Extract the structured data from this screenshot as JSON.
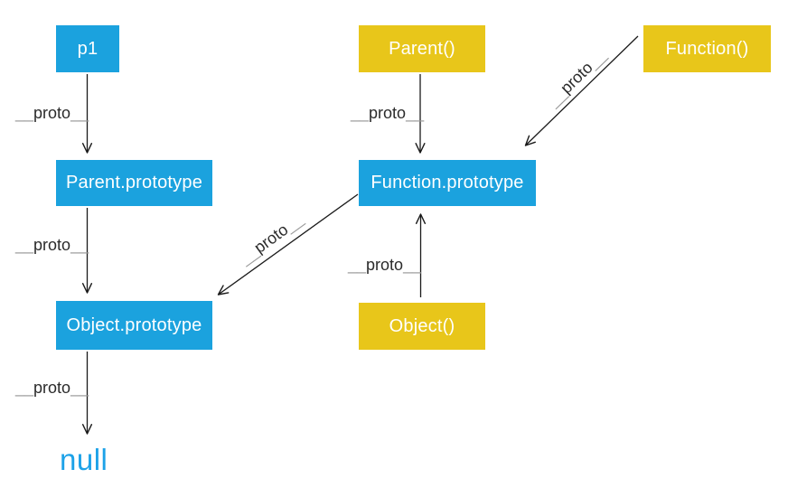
{
  "diagram": {
    "background": "#ffffff",
    "colors": {
      "prototype_box_blue": "#1ba2de",
      "constructor_box_yellow": "#e8c61a",
      "null_text_blue": "#1da2e8",
      "arrow_black": "#1a1a1a",
      "label_word_dark": "#2b2b2b",
      "label_underscore_gray": "#9a9a9a"
    },
    "nodes": [
      {
        "id": "p1",
        "label": "p1",
        "kind": "instance",
        "color": "#1ba2de"
      },
      {
        "id": "parent-ctor",
        "label": "Parent()",
        "kind": "constructor",
        "color": "#e8c61a"
      },
      {
        "id": "function-ctor",
        "label": "Function()",
        "kind": "constructor",
        "color": "#e8c61a"
      },
      {
        "id": "parent-prototype",
        "label": "Parent.prototype",
        "kind": "prototype",
        "color": "#1ba2de"
      },
      {
        "id": "function-prototype",
        "label": "Function.prototype",
        "kind": "prototype",
        "color": "#1ba2de"
      },
      {
        "id": "object-prototype",
        "label": "Object.prototype",
        "kind": "prototype",
        "color": "#1ba2de"
      },
      {
        "id": "object-ctor",
        "label": "Object()",
        "kind": "constructor",
        "color": "#e8c61a"
      },
      {
        "id": "null",
        "label": "null",
        "kind": "terminal",
        "color": "#1da2e8"
      }
    ],
    "proto_label": {
      "full": "__proto__",
      "prefix": "__",
      "word": "proto",
      "suffix": "__"
    },
    "edges": [
      {
        "from": "p1",
        "to": "parent-prototype",
        "label": "__proto__"
      },
      {
        "from": "parent-ctor",
        "to": "function-prototype",
        "label": "__proto__"
      },
      {
        "from": "function-ctor",
        "to": "function-prototype",
        "label": "__proto__"
      },
      {
        "from": "parent-prototype",
        "to": "object-prototype",
        "label": "__proto__"
      },
      {
        "from": "function-prototype",
        "to": "object-prototype",
        "label": "__proto__"
      },
      {
        "from": "object-ctor",
        "to": "function-prototype",
        "label": "__proto__"
      },
      {
        "from": "object-prototype",
        "to": "null",
        "label": "__proto__"
      }
    ]
  }
}
